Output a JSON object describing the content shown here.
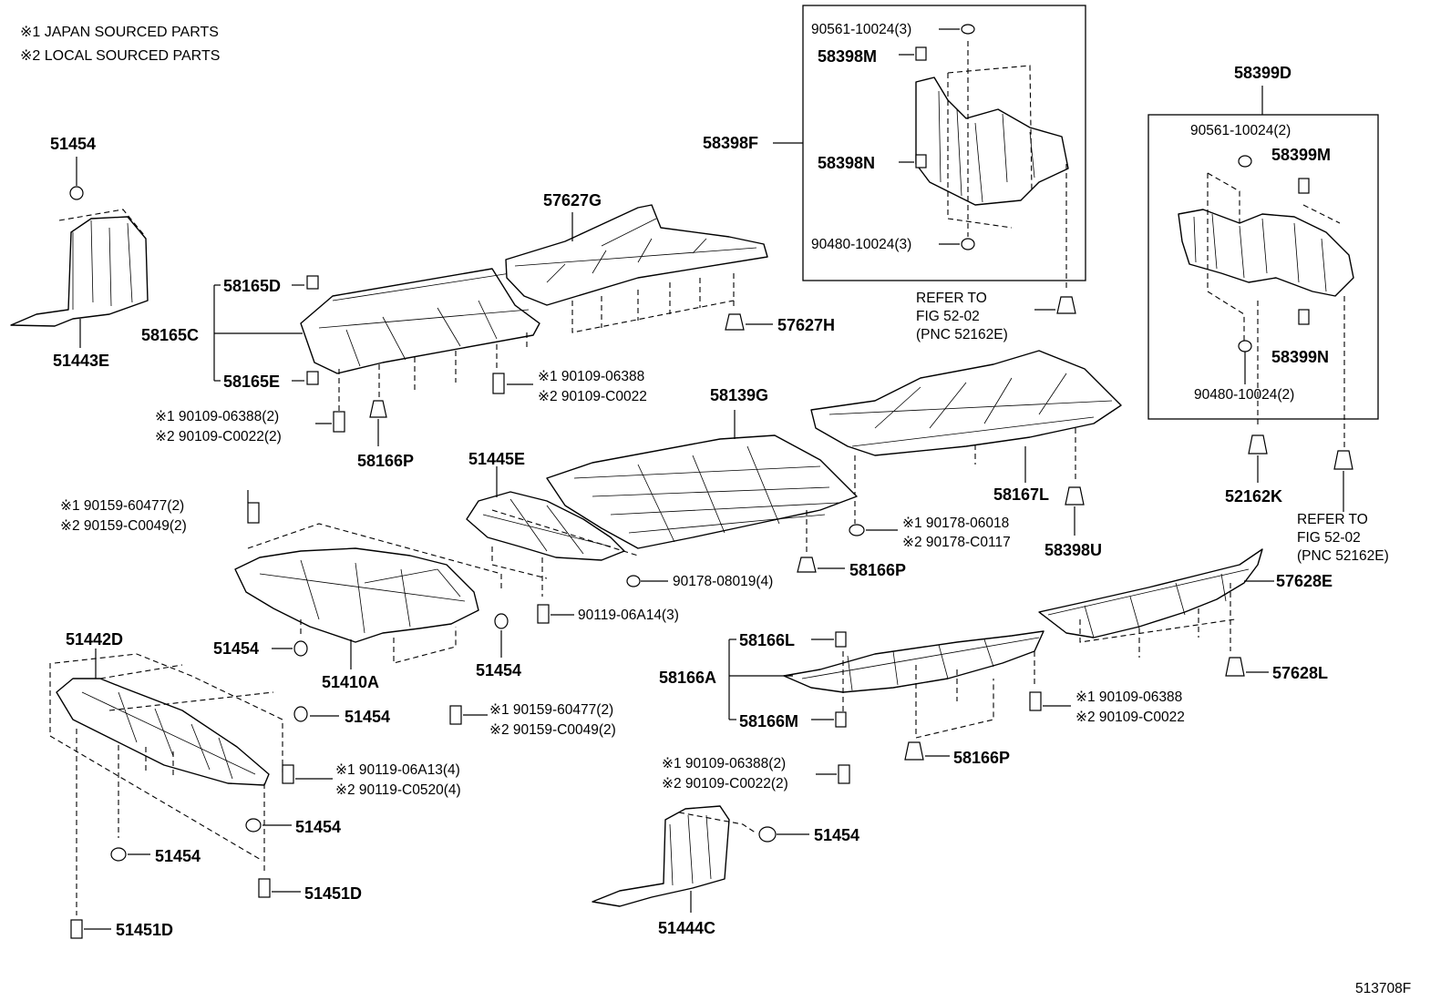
{
  "legend": [
    "※1  JAPAN SOURCED PARTS",
    "※2  LOCAL SOURCED PARTS"
  ],
  "labels": {
    "p51454_a": "51454",
    "p51443E": "51443E",
    "p58165D": "58165D",
    "p58165C": "58165C",
    "p58165E": "58165E",
    "p90109_06388_2_a": "※1 90109-06388(2)",
    "p90109_C0022_2_a": "※2 90109-C0022(2)",
    "p58166P_a": "58166P",
    "p90109_06388_a": "※1 90109-06388",
    "p90109_C0022_a": "※2 90109-C0022",
    "p57627G": "57627G",
    "p57627H": "57627H",
    "p58398F": "58398F",
    "p90561_10024_3": "90561-10024(3)",
    "p58398M": "58398M",
    "p58398N": "58398N",
    "p90480_10024_3": "90480-10024(3)",
    "refer_a_1": "REFER TO",
    "refer_a_2": "FIG 52-02",
    "refer_a_3": "(PNC 52162E)",
    "p58399D": "58399D",
    "p90561_10024_2": "90561-10024(2)",
    "p58399M": "58399M",
    "p58399N": "58399N",
    "p90480_10024_2": "90480-10024(2)",
    "p52162K": "52162K",
    "refer_b_1": "REFER TO",
    "refer_b_2": "FIG 52-02",
    "refer_b_3": "(PNC 52162E)",
    "p58139G": "58139G",
    "p58167L": "58167L",
    "p58398U": "58398U",
    "p90178_06018": "※1 90178-06018",
    "p90178_C0117": "※2 90178-C0117",
    "p58166P_b": "58166P",
    "p51445E": "51445E",
    "p90178_08019": "90178-08019(4)",
    "p90119_06A14": "90119-06A14(3)",
    "p90159_60477_a": "※1 90159-60477(2)",
    "p90159_C0049_a": "※2 90159-C0049(2)",
    "p51454_b": "51454",
    "p51410A": "51410A",
    "p51454_c": "51454",
    "p90159_60477_b": "※1 90159-60477(2)",
    "p90159_C0049_b": "※2 90159-C0049(2)",
    "p51442D": "51442D",
    "p51454_d": "51454",
    "p90119_06A13": "※1 90119-06A13(4)",
    "p90119_C0520": "※2 90119-C0520(4)",
    "p51454_e": "51454",
    "p51454_f": "51454",
    "p51451D_a": "51451D",
    "p51451D_b": "51451D",
    "p57628E": "57628E",
    "p57628L": "57628L",
    "p58166L": "58166L",
    "p58166A": "58166A",
    "p58166M": "58166M",
    "p90109_06388_b": "※1 90109-06388",
    "p90109_C0022_b": "※2 90109-C0022",
    "p90109_06388_2_b": "※1 90109-06388(2)",
    "p90109_C0022_2_b": "※2 90109-C0022(2)",
    "p58166P_c": "58166P",
    "p51454_g": "51454",
    "p51444C": "51444C",
    "figure_code": "513708F"
  }
}
